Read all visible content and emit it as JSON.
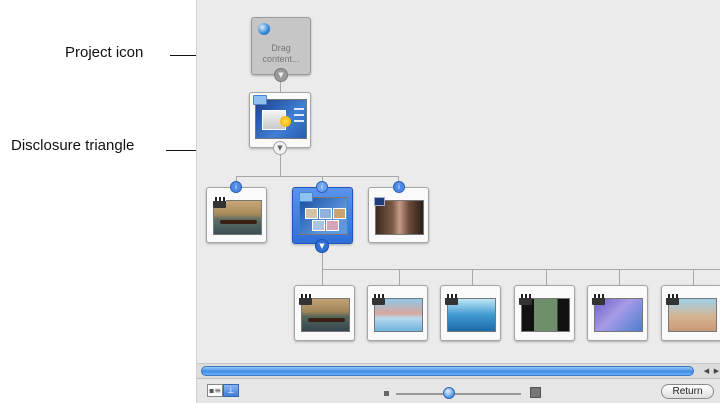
{
  "callouts": {
    "project_icon": "Project icon",
    "disclosure_triangle": "Disclosure triangle"
  },
  "project_node": {
    "line1": "Drag",
    "line2": "content..."
  },
  "footer": {
    "return_label": "Return"
  },
  "colors": {
    "canvas": "#ebebeb",
    "selection": "#2e6fd8",
    "scroll_thumb": "#3d8de6"
  }
}
